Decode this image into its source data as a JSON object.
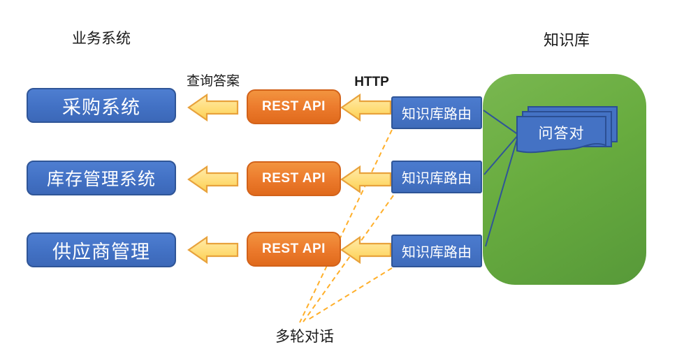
{
  "headings": {
    "business_systems": "业务系统",
    "knowledge_base": "知识库"
  },
  "labels": {
    "query_answer": "查询答案",
    "http": "HTTP",
    "multi_turn_dialog": "多轮对话"
  },
  "business_systems": [
    "采购系统",
    "库存管理系统",
    "供应商管理"
  ],
  "rest_api_nodes": [
    "REST API",
    "REST API",
    "REST API"
  ],
  "kb_router_nodes": [
    "知识库路由",
    "知识库路由",
    "知识库路由"
  ],
  "qa_pairs_card": "问答对",
  "colors": {
    "node_blue": "#4472C4",
    "node_blue_border": "#2F5597",
    "rest_orange": "#ED7D31",
    "rest_orange_border": "#D2621A",
    "arrow_gold_fill": "#FFD966",
    "arrow_gold_border": "#E8A23C",
    "dashed_gold": "#FFAF2A",
    "kb_panel_green": "#68AC3F",
    "connector_blue": "#2F5597",
    "text_dark": "#1A1A1A",
    "text_light": "#FFFFFF"
  }
}
